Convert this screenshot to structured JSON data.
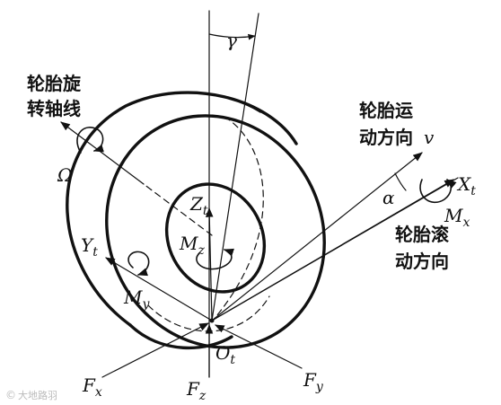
{
  "labels": {
    "rotation_axis_line1": "轮胎旋",
    "rotation_axis_line2": "转轴线",
    "omega": "Ω",
    "gamma": "γ",
    "motion_dir_line1": "轮胎运",
    "motion_dir_line2": "动方向",
    "v": "v",
    "alpha": "α",
    "xt_main": "X",
    "xt_sub": "t",
    "mx_main": "M",
    "mx_sub": "x",
    "roll_dir_line1": "轮胎滚",
    "roll_dir_line2": "动方向",
    "zt_main": "Z",
    "zt_sub": "t",
    "mz_main": "M",
    "mz_sub": "z",
    "yt_main": "Y",
    "yt_sub": "t",
    "my_main": "M",
    "my_sub": "y",
    "ot_main": "O",
    "ot_sub": "t",
    "fx_main": "F",
    "fx_sub": "x",
    "fz_main": "F",
    "fz_sub": "z",
    "fy_main": "F",
    "fy_sub": "y"
  },
  "watermark": "大地路羽",
  "watermark_logo": "©"
}
